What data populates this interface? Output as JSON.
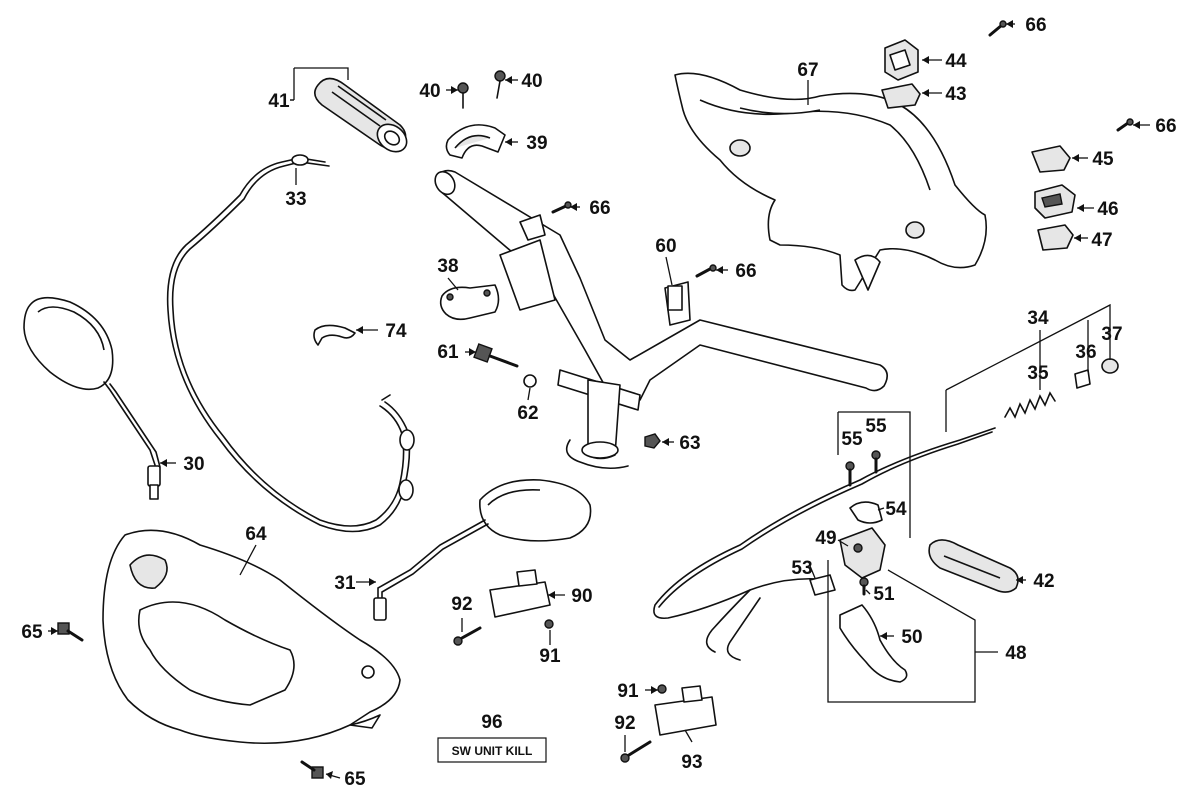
{
  "parts": {
    "p30": "30",
    "p31": "31",
    "p33": "33",
    "p34": "34",
    "p35": "35",
    "p36": "36",
    "p37": "37",
    "p38": "38",
    "p39": "39",
    "p40a": "40",
    "p40b": "40",
    "p41": "41",
    "p42": "42",
    "p43": "43",
    "p44": "44",
    "p45": "45",
    "p46": "46",
    "p47": "47",
    "p48": "48",
    "p49": "49",
    "p50": "50",
    "p51": "51",
    "p53": "53",
    "p54": "54",
    "p55a": "55",
    "p55b": "55",
    "p60": "60",
    "p61": "61",
    "p62": "62",
    "p63": "63",
    "p64": "64",
    "p65a": "65",
    "p65b": "65",
    "p66a": "66",
    "p66b": "66",
    "p66c": "66",
    "p66d": "66",
    "p67": "67",
    "p74": "74",
    "p90": "90",
    "p91a": "91",
    "p91b": "91",
    "p92a": "92",
    "p92b": "92",
    "p93": "93",
    "p96": "96"
  },
  "kit_box_label": "SW UNIT KILL"
}
